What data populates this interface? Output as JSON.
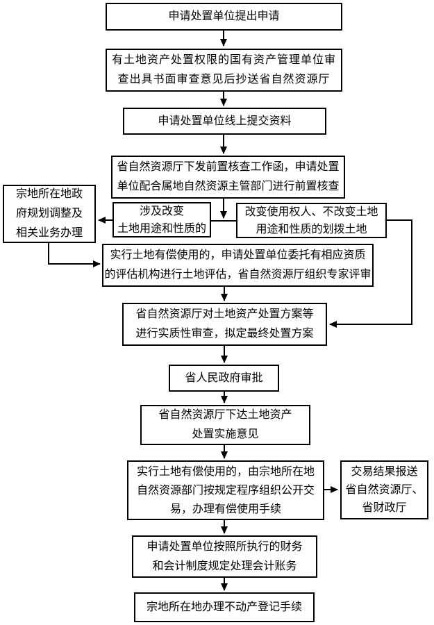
{
  "diagram": {
    "background_color": "#ffffff",
    "line_color": "#000000",
    "nodes": {
      "submit_application": {
        "text": "申请处置单位提出申请"
      },
      "asset_admin_review": {
        "text": "有土地资产处置权限的国有资产管理单位审\n查出具书面审查意见后抄送省自然资源厅"
      },
      "online_submit": {
        "text": "申请处置单位线上提交资料"
      },
      "pre_check": {
        "text": "省自然资源厅下发前置核查工作函，申请处置\n单位配合属地自然资源主管部门进行前置核查"
      },
      "local_gov_planning": {
        "text": "宗地所在地政\n府规划调整及\n相关业务办理"
      },
      "change_of_use": {
        "text": "涉及改变\n土地用途和性质的"
      },
      "allocated_land": {
        "text": "改变使用权人、不改变土地\n用途和性质的划拨土地"
      },
      "land_valuation": {
        "text": "实行土地有偿使用的，申请处置单位委托有相应资质\n的评估机构进行土地评估，省自然资源厅组织专家评审"
      },
      "substantive_review": {
        "text": "省自然资源厅对土地资产处置方案等\n进行实质性审查，拟定最终处置方案"
      },
      "provincial_approval": {
        "text": "省人民政府审批"
      },
      "implementation_opinion": {
        "text": "省自然资源厅下达土地资产\n处置实施意见"
      },
      "public_transaction": {
        "text": "实行土地有偿使用的，由宗地所在地\n自然资源部门按规定程序组织公开交\n易，办理有偿使用手续"
      },
      "report_results": {
        "text": "交易结果报送\n省自然资源厅、\n省财政厅"
      },
      "accounting": {
        "text": "申请处置单位按照所执行的财务\n和会计制度规定处理会计账务"
      },
      "property_registration": {
        "text": "宗地所在地办理不动产登记手续"
      }
    }
  }
}
